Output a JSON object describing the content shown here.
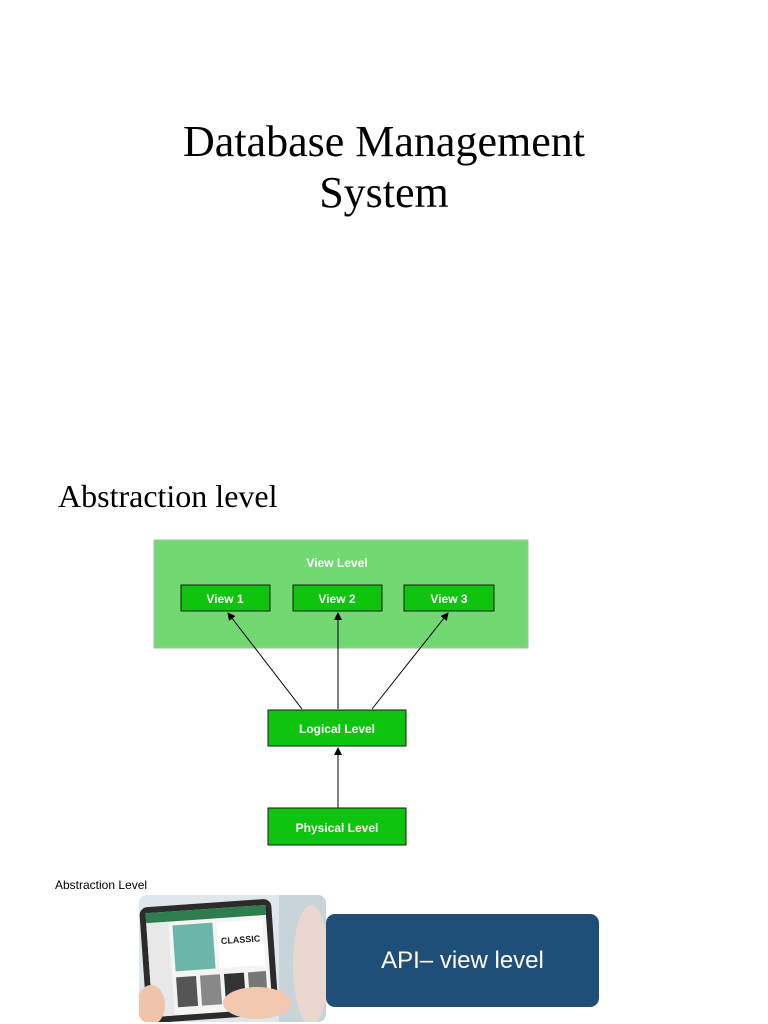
{
  "slide": {
    "title": "Database Management System",
    "subtitle": "Abstraction level"
  },
  "diagram": {
    "view_level_label": "View Level",
    "views": [
      "View 1",
      "View 2",
      "View 3"
    ],
    "logical_label": "Logical Level",
    "physical_label": "Physical Level"
  },
  "lower": {
    "caption": "Abstraction Level",
    "photo_brand_text": "CLASSIC",
    "api_label": "API– view  level"
  },
  "colors": {
    "view_container": "#72d872",
    "box_green": "#0ec40e",
    "api_box": "#1f4e79"
  }
}
